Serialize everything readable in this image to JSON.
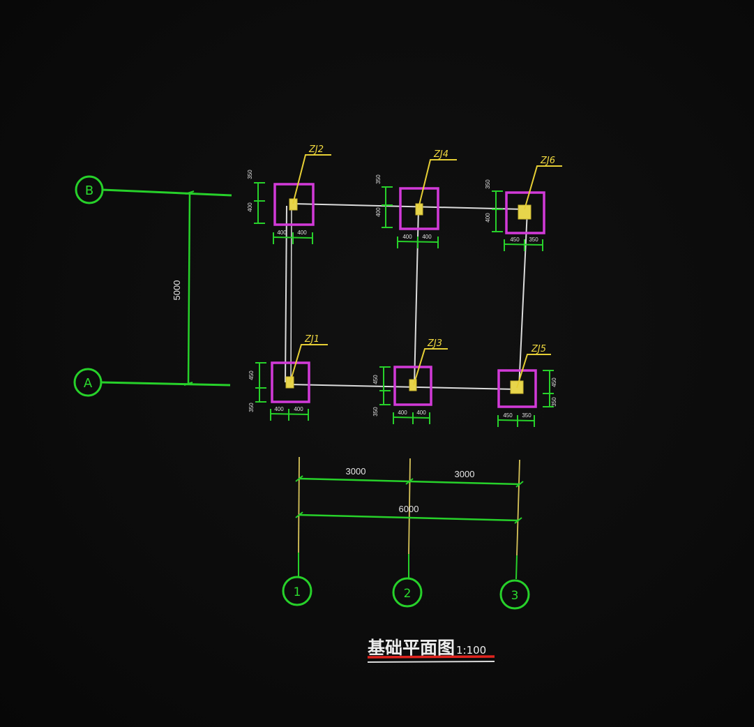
{
  "drawing": {
    "title": "基础平面图",
    "scale": "1:100"
  },
  "grid_rows": [
    {
      "label": "B"
    },
    {
      "label": "A"
    }
  ],
  "grid_cols": [
    {
      "label": "1"
    },
    {
      "label": "2"
    },
    {
      "label": "3"
    }
  ],
  "row_spacing": "5000",
  "col_spacing": [
    "3000",
    "3000"
  ],
  "overall_width": "6000",
  "footings": [
    {
      "tag": "ZJ2",
      "w_dims": [
        "400",
        "400"
      ],
      "h_dims": [
        "350",
        "400"
      ]
    },
    {
      "tag": "ZJ4",
      "w_dims": [
        "400",
        "400"
      ],
      "h_dims": [
        "350",
        "400"
      ]
    },
    {
      "tag": "ZJ6",
      "w_dims": [
        "450",
        "350"
      ],
      "h_dims": [
        "350",
        "400"
      ]
    },
    {
      "tag": "ZJ1",
      "w_dims": [
        "400",
        "400"
      ],
      "h_dims": [
        "450",
        "350"
      ]
    },
    {
      "tag": "ZJ3",
      "w_dims": [
        "400",
        "400"
      ],
      "h_dims": [
        "450",
        "350"
      ]
    },
    {
      "tag": "ZJ5",
      "w_dims": [
        "450",
        "350"
      ],
      "h_dims": [
        "450",
        "350"
      ]
    }
  ],
  "colors": {
    "background": "#0b0b0b",
    "grid_green": "#27d12a",
    "footing_magenta": "#d23ad8",
    "column_yellow": "#e7d54b",
    "leader_yellow": "#e6cf35",
    "title_underline_red": "#e0241e"
  }
}
